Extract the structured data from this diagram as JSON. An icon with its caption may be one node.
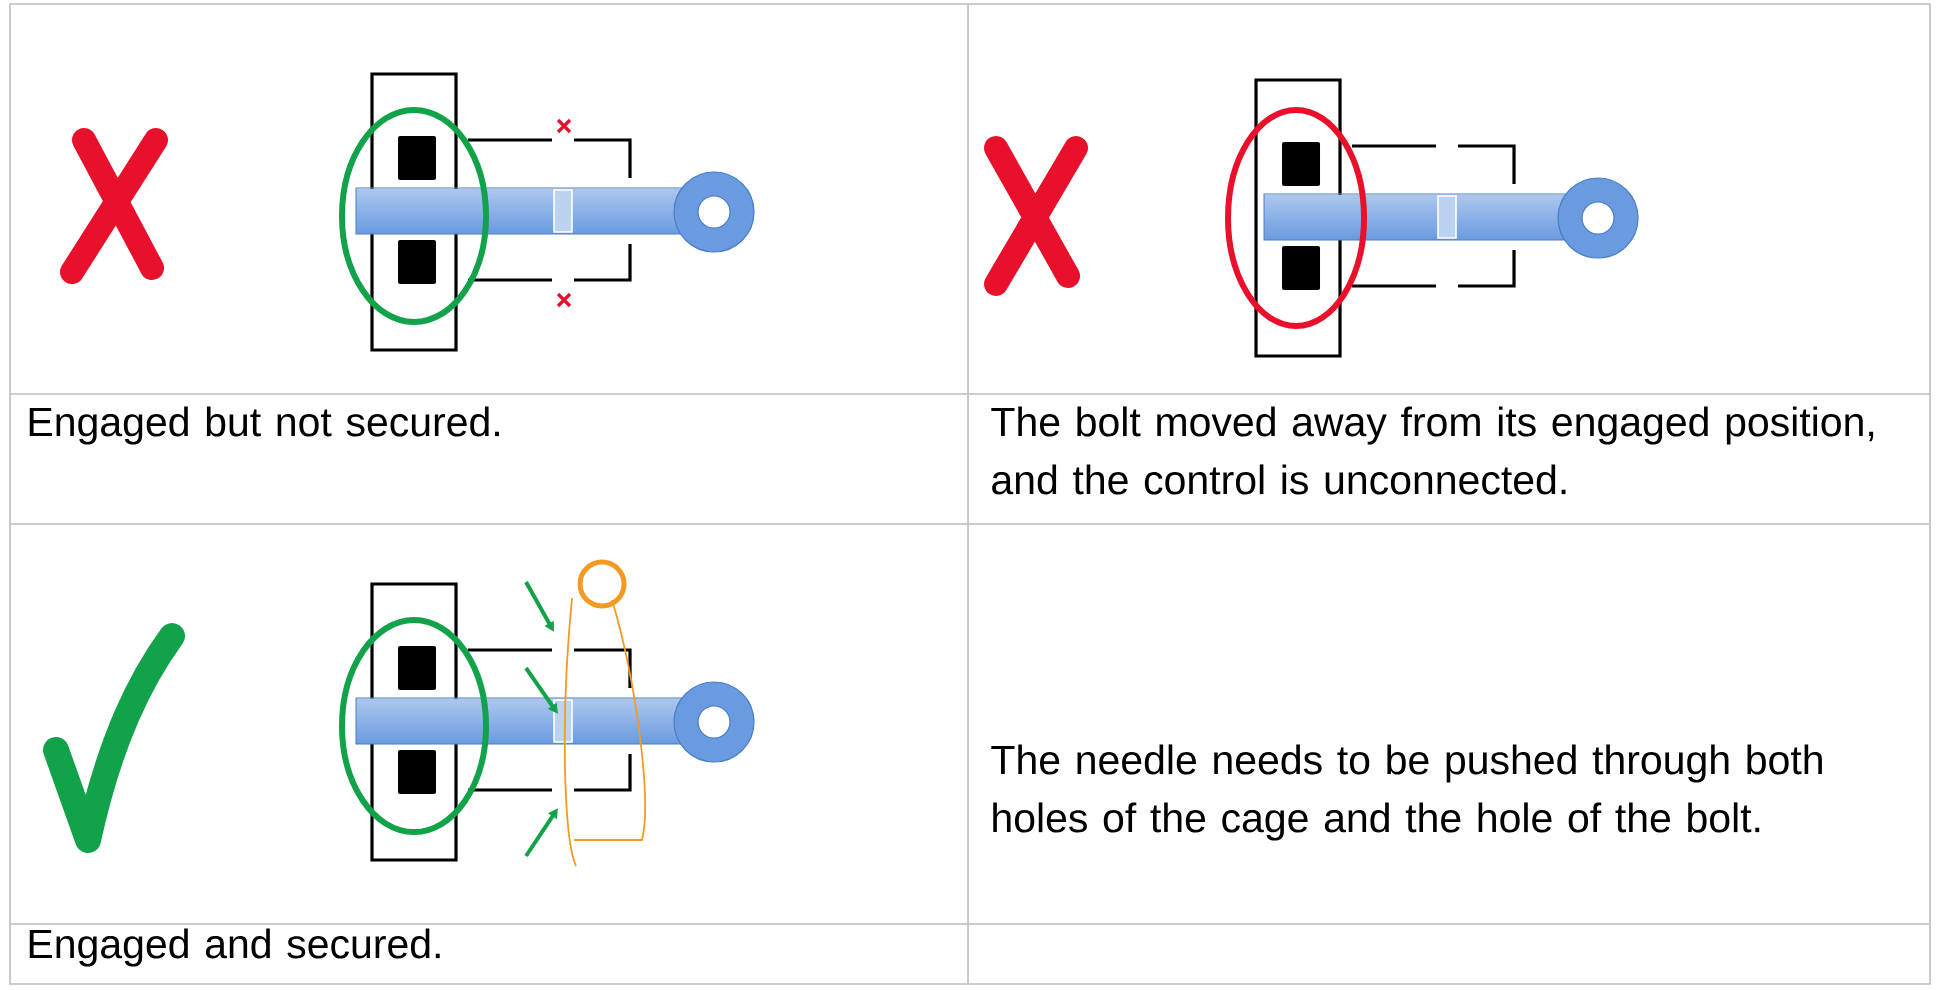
{
  "diagram": {
    "labels": [
      "Engaged but not secured.",
      "The bolt moved away from its engaged position, and the control is unconnected.",
      "The needle needs to be pushed through both holes of the cage and the hole of the bolt.",
      "Engaged and secured."
    ]
  }
}
